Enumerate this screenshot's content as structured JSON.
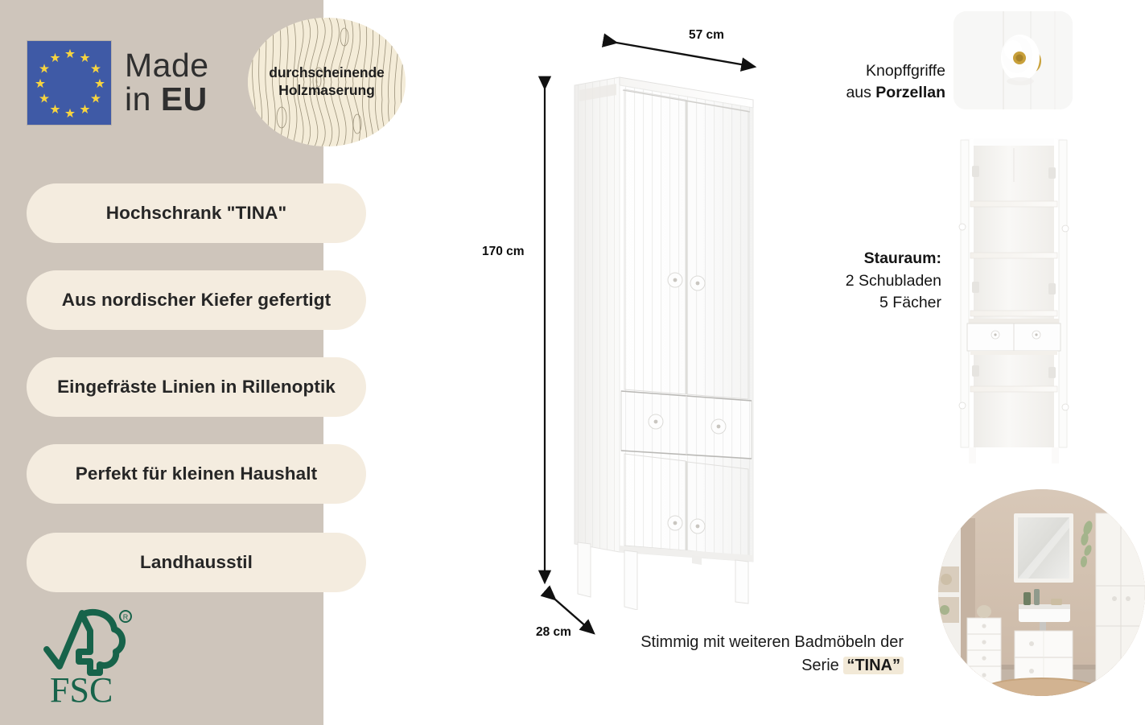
{
  "theme": {
    "sidebar_bg": "#cec5bb",
    "pill_bg": "#f4ecdf",
    "wood_badge_bg": "#f4ecd8",
    "eu_blue": "#3f5aa6",
    "eu_yellow": "#f7d43f",
    "fsc_green": "#17634a",
    "text_dark": "#1a1a1a",
    "page_bg": "#ffffff"
  },
  "sidebar": {
    "eu_badge": {
      "icon": "eu-flag-icon",
      "line1": "Made",
      "line2_prefix": "in ",
      "line2_strong": "EU"
    },
    "wood_badge": {
      "line1": "durchscheinende",
      "line2": "Holzmaserung"
    },
    "features": [
      {
        "label": "Hochschrank \"TINA\""
      },
      {
        "label": "Aus nordischer Kiefer gefertigt"
      },
      {
        "label": "Eingefräste Linien in Rillenoptik"
      },
      {
        "label": "Perfekt für kleinen Haushalt"
      },
      {
        "label": "Landhausstil"
      }
    ],
    "fsc": {
      "icon": "fsc-tree-checkmark-icon",
      "label": "FSC",
      "registered": "®"
    }
  },
  "product": {
    "icon": "tall-cabinet-closed-icon",
    "dimensions": {
      "width": "57 cm",
      "height": "170 cm",
      "depth": "28 cm"
    },
    "caption_line1": "Stimmig mit weiteren Badmöbeln der",
    "caption_line2_prefix": "Serie ",
    "caption_line2_highlight": "“TINA”"
  },
  "right_column": {
    "knob": {
      "icon": "porcelain-knob-photo",
      "line1": "Knopffgriffe",
      "line2_prefix": "aus ",
      "line2_strong": "Porzellan"
    },
    "storage": {
      "icon": "open-cabinet-icon",
      "heading": "Stauraum:",
      "line1": "2 Schubladen",
      "line2": "5 Fächer"
    },
    "room_photo": {
      "icon": "bathroom-scene-photo"
    }
  }
}
